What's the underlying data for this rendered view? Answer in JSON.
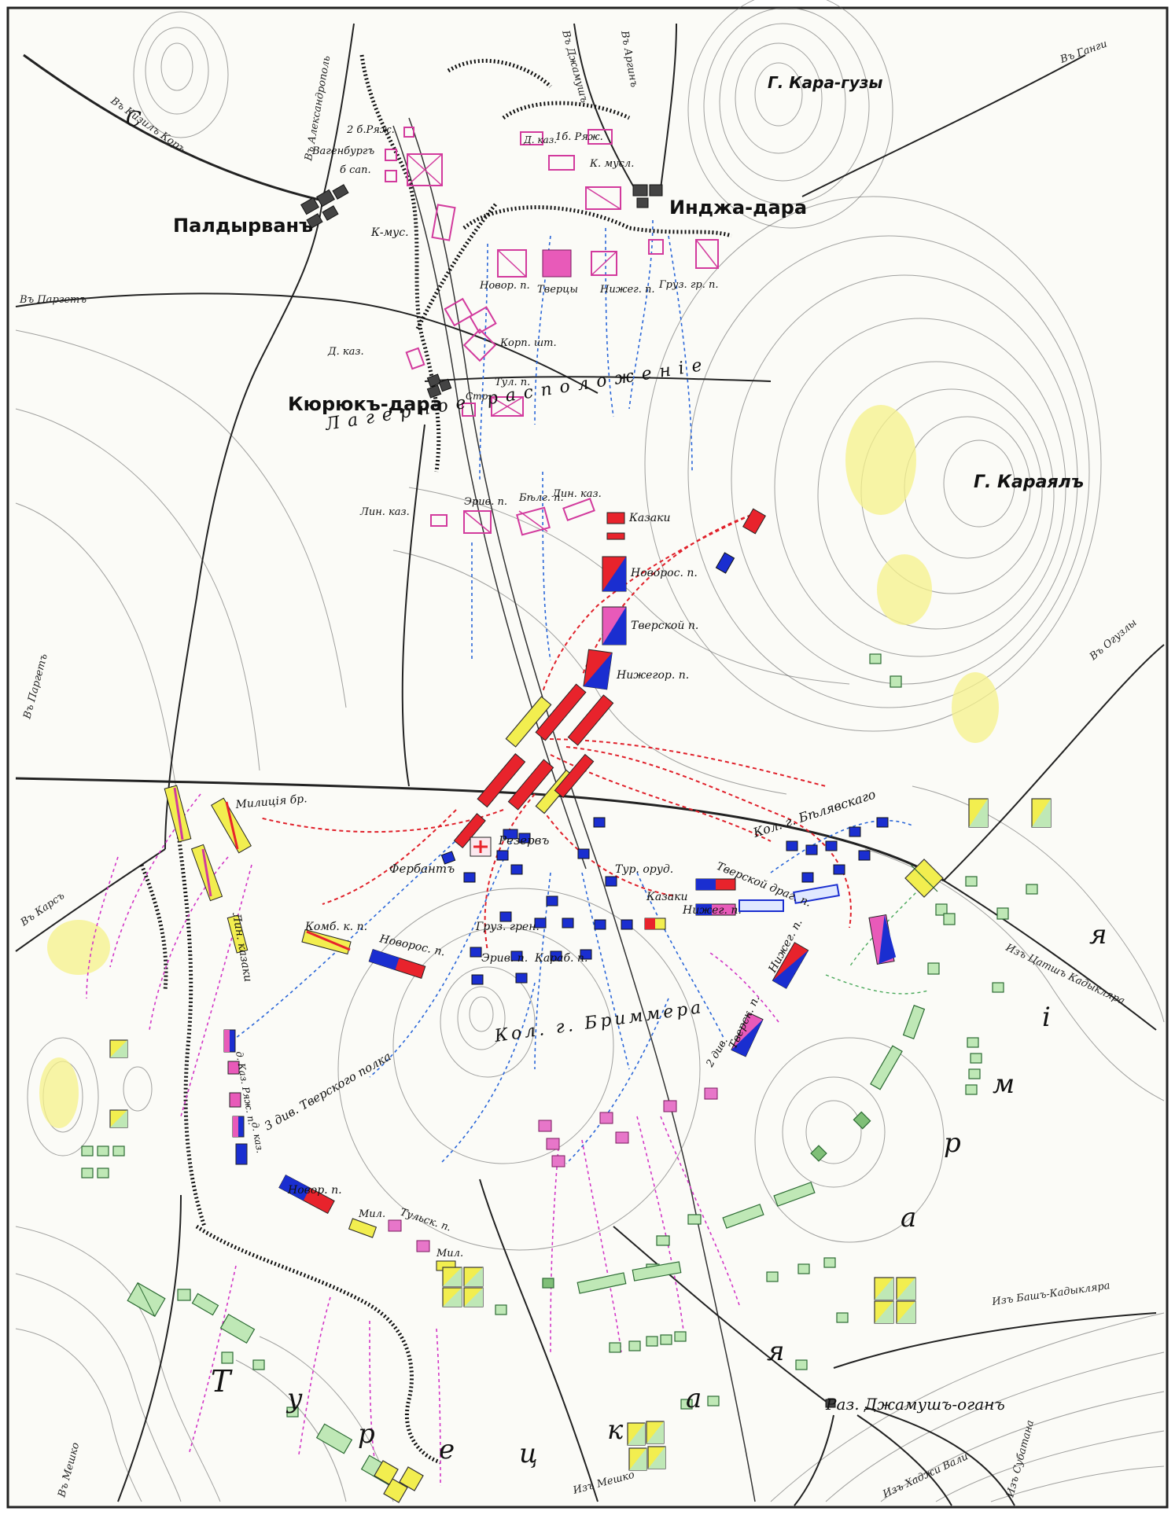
{
  "map": {
    "places": {
      "paldyrvan": "Палдырванъ",
      "kyuryuk_dara": "Кюрюкъ-дара",
      "indzha_dara": "Инджа-дара",
      "kara_guzy": "Г. Кара-гузы",
      "karayal": "Г. Караялъ",
      "dzhamush_ogan": "Раз. Джамушъ-оганъ"
    },
    "roads": {
      "to_kizil_kor": "Въ Кизилъ Коръ",
      "to_aleksandropol": "Въ Александрополь",
      "to_dzhamush": "Въ Джамушъ",
      "to_argin": "Въ Аргинъ",
      "to_gangi": "Въ Ганги",
      "to_pargat_upper": "Въ Паргетъ",
      "to_pargat_lower": "Въ Паргетъ",
      "to_ogyuzly": "Въ Огузлы",
      "to_kars": "Въ Карсъ",
      "from_tsatsh_kadyklar": "Изъ Цатшъ Кадыкляра",
      "from_bash_kadyklar": "Изъ Башъ-Кадыкляра",
      "from_mezhko_bottom": "Изъ Мешко",
      "to_mezhko_left": "Въ Мешко",
      "from_khadzhi_vali": "Изъ Хаджи Вали",
      "from_subatan": "Изъ Субатана"
    },
    "regions": {
      "camp": [
        "Л",
        "а",
        "г",
        "е",
        "р",
        "н",
        "о",
        "е",
        " ",
        "р",
        "а",
        "с",
        "п",
        "о",
        "л",
        "о",
        "ж",
        "е",
        "н",
        "і",
        "е"
      ],
      "turkish_army": [
        "Т",
        "у",
        "р",
        "е",
        "ц",
        "к",
        "а",
        "я",
        " ",
        "а",
        "р",
        "м",
        "і",
        "я"
      ],
      "brimmer_column": "Кол. г. Бриммера",
      "belyavsky_column": "Кол. г. Бѣлявскаго",
      "tver_regiment_div": "3 див. Тверского полка",
      "second_div": "2 див."
    },
    "north": "С",
    "units": {
      "ryazh_2b": "2 б.Ряж.",
      "vagenburg": "Вагенбургъ",
      "b_sap": "б сап.",
      "ryazh_1b": "1б. Ряж.",
      "d_kaz_top": "Д. каз.",
      "k_mus_top": "К. мусл.",
      "k_mus_left": "К-мус.",
      "novor_p_top": "Новор. п.",
      "tvertsy": "Тверцы",
      "nizheg_top": "Нижег. п.",
      "gruz_gr_p": "Груз. гр. п.",
      "korp_sht": "Корп. шт.",
      "d_kaz_mid": "Д. каз.",
      "tul_p_top": "Тул. п.",
      "str": "Стр.",
      "erivan_p": "Эрив. п.",
      "belg_p": "Бѣлг. п.",
      "lin_kaz_right": "Лин. каз.",
      "lin_kaz_left": "Лин. каз.",
      "kazaki_top": "Казаки",
      "novoros_p": "Новорос. п.",
      "tverskoy_p": "Тверской п.",
      "nizhegor_p": "Нижегор. п.",
      "rezerv": "Резервъ",
      "ferbant": "Фербантъ",
      "tur_orud": "Тур. оруд.",
      "kazaki_mid": "Казаки",
      "nizheg_p_mid": "Нижег. п.",
      "tverskoy_drag": "Тверской драг. п.",
      "nizheg_p_right": "Нижег. п.",
      "tversk_p_right": "Тверск. п.",
      "gruz_gren": "Груз. грен.",
      "karab_p": "Караб. п.",
      "erivan_p_mid": "Эрив. п.",
      "komb_k_p": "Комб. к. п.",
      "novoros_p_mid": "Новорос. п.",
      "militsia_left": "Милиція бр.",
      "lin_kazaki": "Лин. казаки",
      "d_kaz_low": "д. каз.",
      "dkaz_ryazh_p": "д. Каз. Ряж. п.",
      "novor_p_low": "Новор. п.",
      "mil_1": "Мил.",
      "tulsk_p": "Тульск. п.",
      "mil_2": "Мил."
    }
  },
  "colors": {
    "russian_infantry_red": "#e8232c",
    "russian_blue": "#1a2ed0",
    "camp_magenta": "#d23a9d",
    "turkish_green": "#bfe8b6",
    "turkish_yellow": "#f2ee4f",
    "move_red": "#e0202a",
    "move_blue": "#2a66d8",
    "move_magenta": "#d236c6"
  }
}
